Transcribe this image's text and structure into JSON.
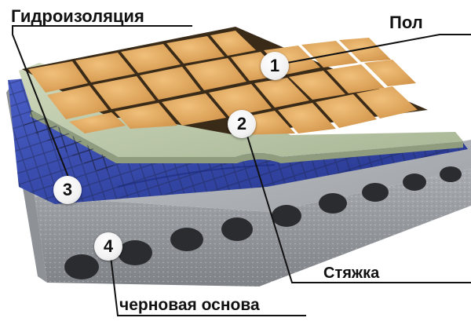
{
  "labels": {
    "waterproofing": "Гидроизоляция",
    "floor": "Пол",
    "screed": "Стяжка",
    "subfloor": "черновая основа"
  },
  "badges": {
    "floor": "1",
    "screed": "2",
    "waterproofing": "3",
    "subfloor": "4"
  },
  "colors": {
    "tile": "#e0a55a",
    "tile_grout": "#3a2a18",
    "screed": "#b9c6a8",
    "membrane": "#3346a8",
    "slab": "#b6b9bd",
    "slab_hole": "#2a2c30",
    "leader": "#111111"
  }
}
